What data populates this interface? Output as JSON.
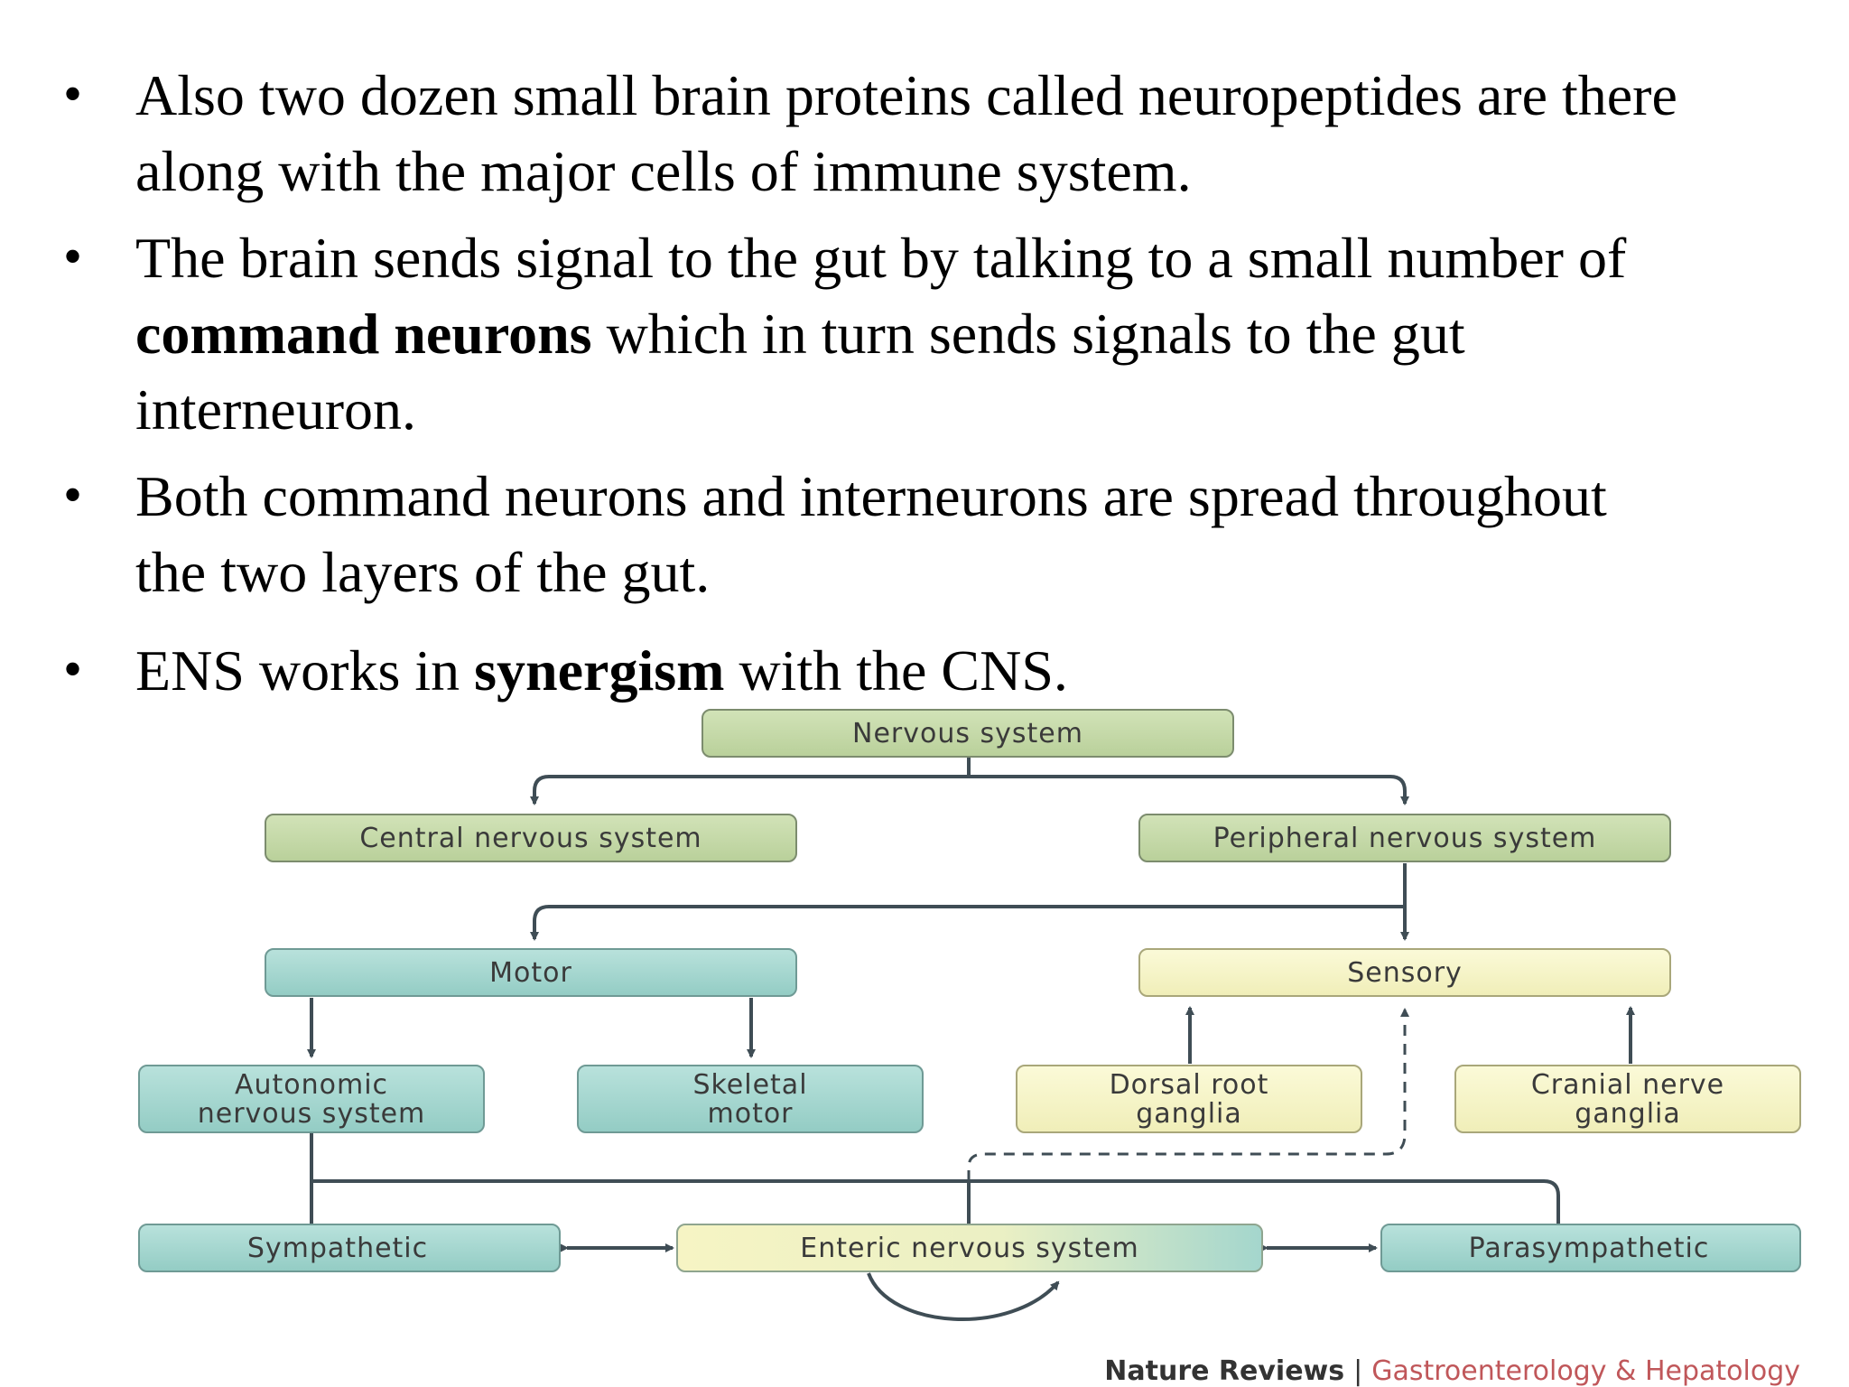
{
  "bullets": [
    {
      "marker": "•",
      "line1": "Also two dozen small brain proteins called neuropeptides are there",
      "line2": "along with the major cells of immune system."
    },
    {
      "marker": "•",
      "line1": "The brain sends signal to the gut by talking to a small number of",
      "line2_bold": "command neurons",
      "line2_rest": " which in turn sends signals to the gut",
      "line3": "interneuron."
    },
    {
      "marker": "•",
      "line1": "Both command neurons and interneurons are spread throughout",
      "line2": "the two layers of the gut."
    },
    {
      "marker": "•",
      "pre": "ENS works in ",
      "bold": "synergism",
      "post": " with the CNS."
    }
  ],
  "diagram": {
    "colors": {
      "green_fill": "#c5d9a8",
      "teal_fill": "#a8d8d2",
      "yellow_fill": "#f6f5c8",
      "stroke": "#6b7b74",
      "arrow": "#3f4d55"
    },
    "nodes": {
      "nervous_system": "Nervous system",
      "cns": "Central nervous system",
      "pns": "Peripheral nervous system",
      "motor": "Motor",
      "sensory": "Sensory",
      "autonomic_1": "Autonomic",
      "autonomic_2": "nervous system",
      "skeletal_1": "Skeletal",
      "skeletal_2": "motor",
      "dorsal_1": "Dorsal root",
      "dorsal_2": "ganglia",
      "cranial_1": "Cranial nerve",
      "cranial_2": "ganglia",
      "sympathetic": "Sympathetic",
      "enteric": "Enteric nervous system",
      "parasympathetic": "Parasympathetic"
    }
  },
  "credit": {
    "publisher": "Nature Reviews",
    "separator": "|",
    "journal": "Gastroenterology & Hepatology"
  }
}
